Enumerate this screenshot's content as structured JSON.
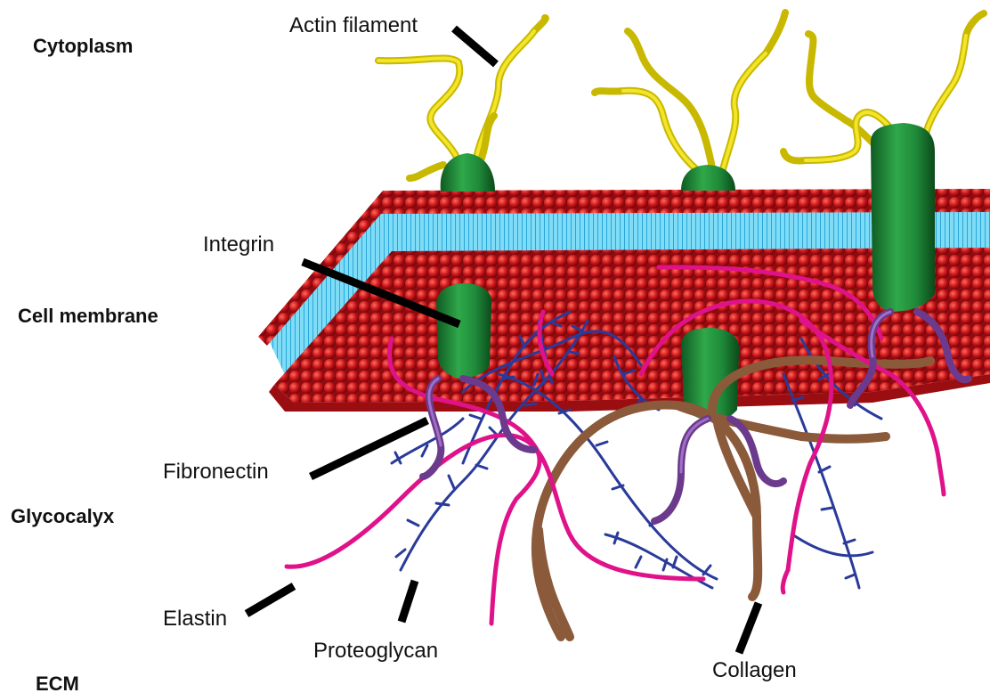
{
  "regions": {
    "cytoplasm": "Cytoplasm",
    "cell_membrane": "Cell membrane",
    "glycocalyx": "Glycocalyx",
    "ecm": "ECM"
  },
  "parts": {
    "actin_filament": "Actin filament",
    "integrin": "Integrin",
    "fibronectin": "Fibronectin",
    "elastin": "Elastin",
    "proteoglycan": "Proteoglycan",
    "collagen": "Collagen"
  },
  "colors": {
    "lipid_head": "#c8141a",
    "lipid_tail": "#4fc8ee",
    "integrin": "#1f8a3a",
    "actin": "#d9c800",
    "elastin": "#e0128a",
    "collagen": "#8a5a3a",
    "fibronectin": "#6b3a8c",
    "proteoglycan": "#2a3a9a",
    "label_line": "#000000"
  }
}
